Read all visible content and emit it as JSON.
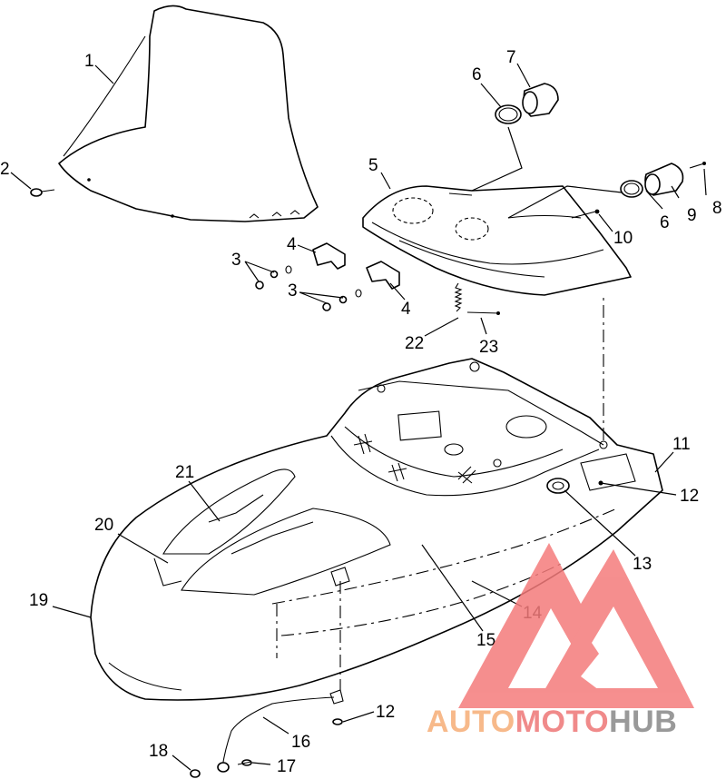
{
  "diagram": {
    "callouts": [
      "1",
      "2",
      "3",
      "3",
      "4",
      "4",
      "5",
      "6",
      "6",
      "7",
      "8",
      "9",
      "10",
      "11",
      "12",
      "12",
      "13",
      "14",
      "15",
      "16",
      "17",
      "18",
      "19",
      "20",
      "21",
      "22",
      "23"
    ]
  },
  "watermark": {
    "part1": "AUTO",
    "part2": "MOTO",
    "part3": "HUB",
    "colors": {
      "auto": "#f7b98a",
      "moto": "#f08a8a",
      "hub": "#999999",
      "triangle": "#f47b7b"
    }
  }
}
